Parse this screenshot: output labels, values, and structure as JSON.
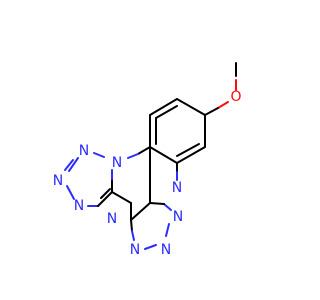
{
  "molecule": {
    "atoms": {
      "n_top_left": "N",
      "n_ring_a1": "N",
      "n_ring_a2": "N",
      "n_ring_a3": "N",
      "n_ring_a4": "N",
      "n_bridge": "N",
      "n_ring_b1": "N",
      "n_ring_b2": "N",
      "n_ring_b3": "N",
      "oxygen": "O"
    },
    "colors": {
      "carbon_bond": "#000000",
      "nitrogen": "#2c2cff",
      "oxygen": "#ff0d0d"
    }
  }
}
